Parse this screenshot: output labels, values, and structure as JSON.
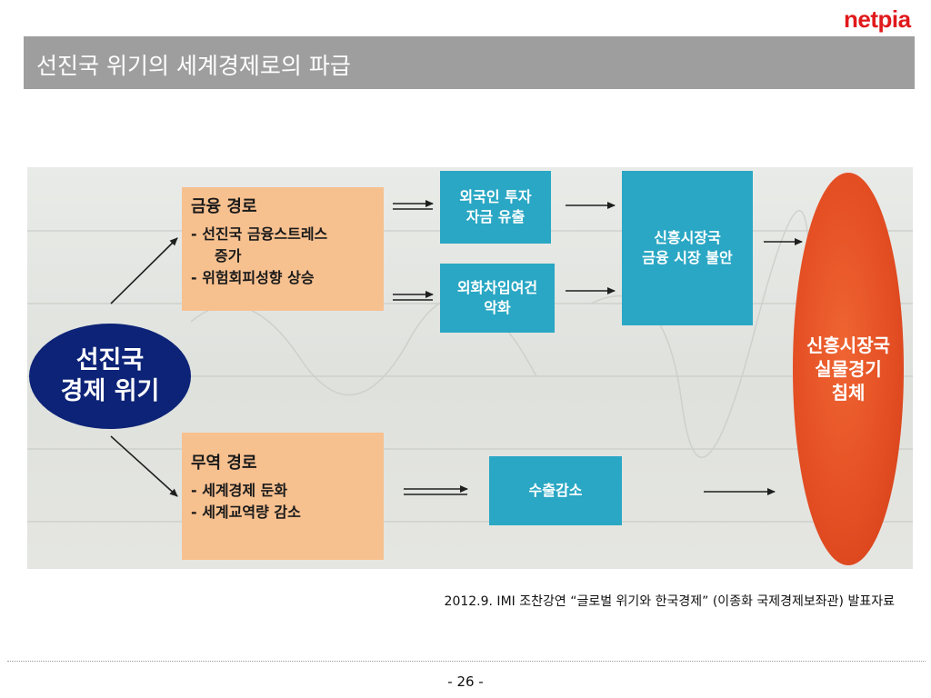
{
  "logo": "netpia",
  "title": "선진국 위기의 세계경제로의 파급",
  "diagram": {
    "origin": "선진국\n경제 위기",
    "financial_route": {
      "heading": "금융 경로",
      "line1": "- 선진국 금융스트레스",
      "line1_cont": "증가",
      "line2": "- 위험회피성향 상승"
    },
    "trade_route": {
      "heading": "무역 경로",
      "line1": "- 세계경제 둔화",
      "line2": "- 세계교역량 감소"
    },
    "foreign_investment": "외국인 투자\n자금 유출",
    "fx_borrowing": "외화차입여건\n악화",
    "emerging_financial": "신흥시장국\n금융 시장 불안",
    "export_decline": "수출감소",
    "outcome": "신흥시장국\n실물경기\n침체"
  },
  "source": "2012.9. IMI 조찬강연 “글로벌 위기와 한국경제” (이종화 국제경제보좌관) 발표자료",
  "page_number": "- 26 -",
  "colors": {
    "title_bar": "#9e9e9e",
    "orange_box": "#f7c08f",
    "teal_box": "#2aa7c4",
    "origin_ellipse": "#0c2377",
    "outcome_ellipse": "#e34d22",
    "logo": "#e0191b"
  }
}
